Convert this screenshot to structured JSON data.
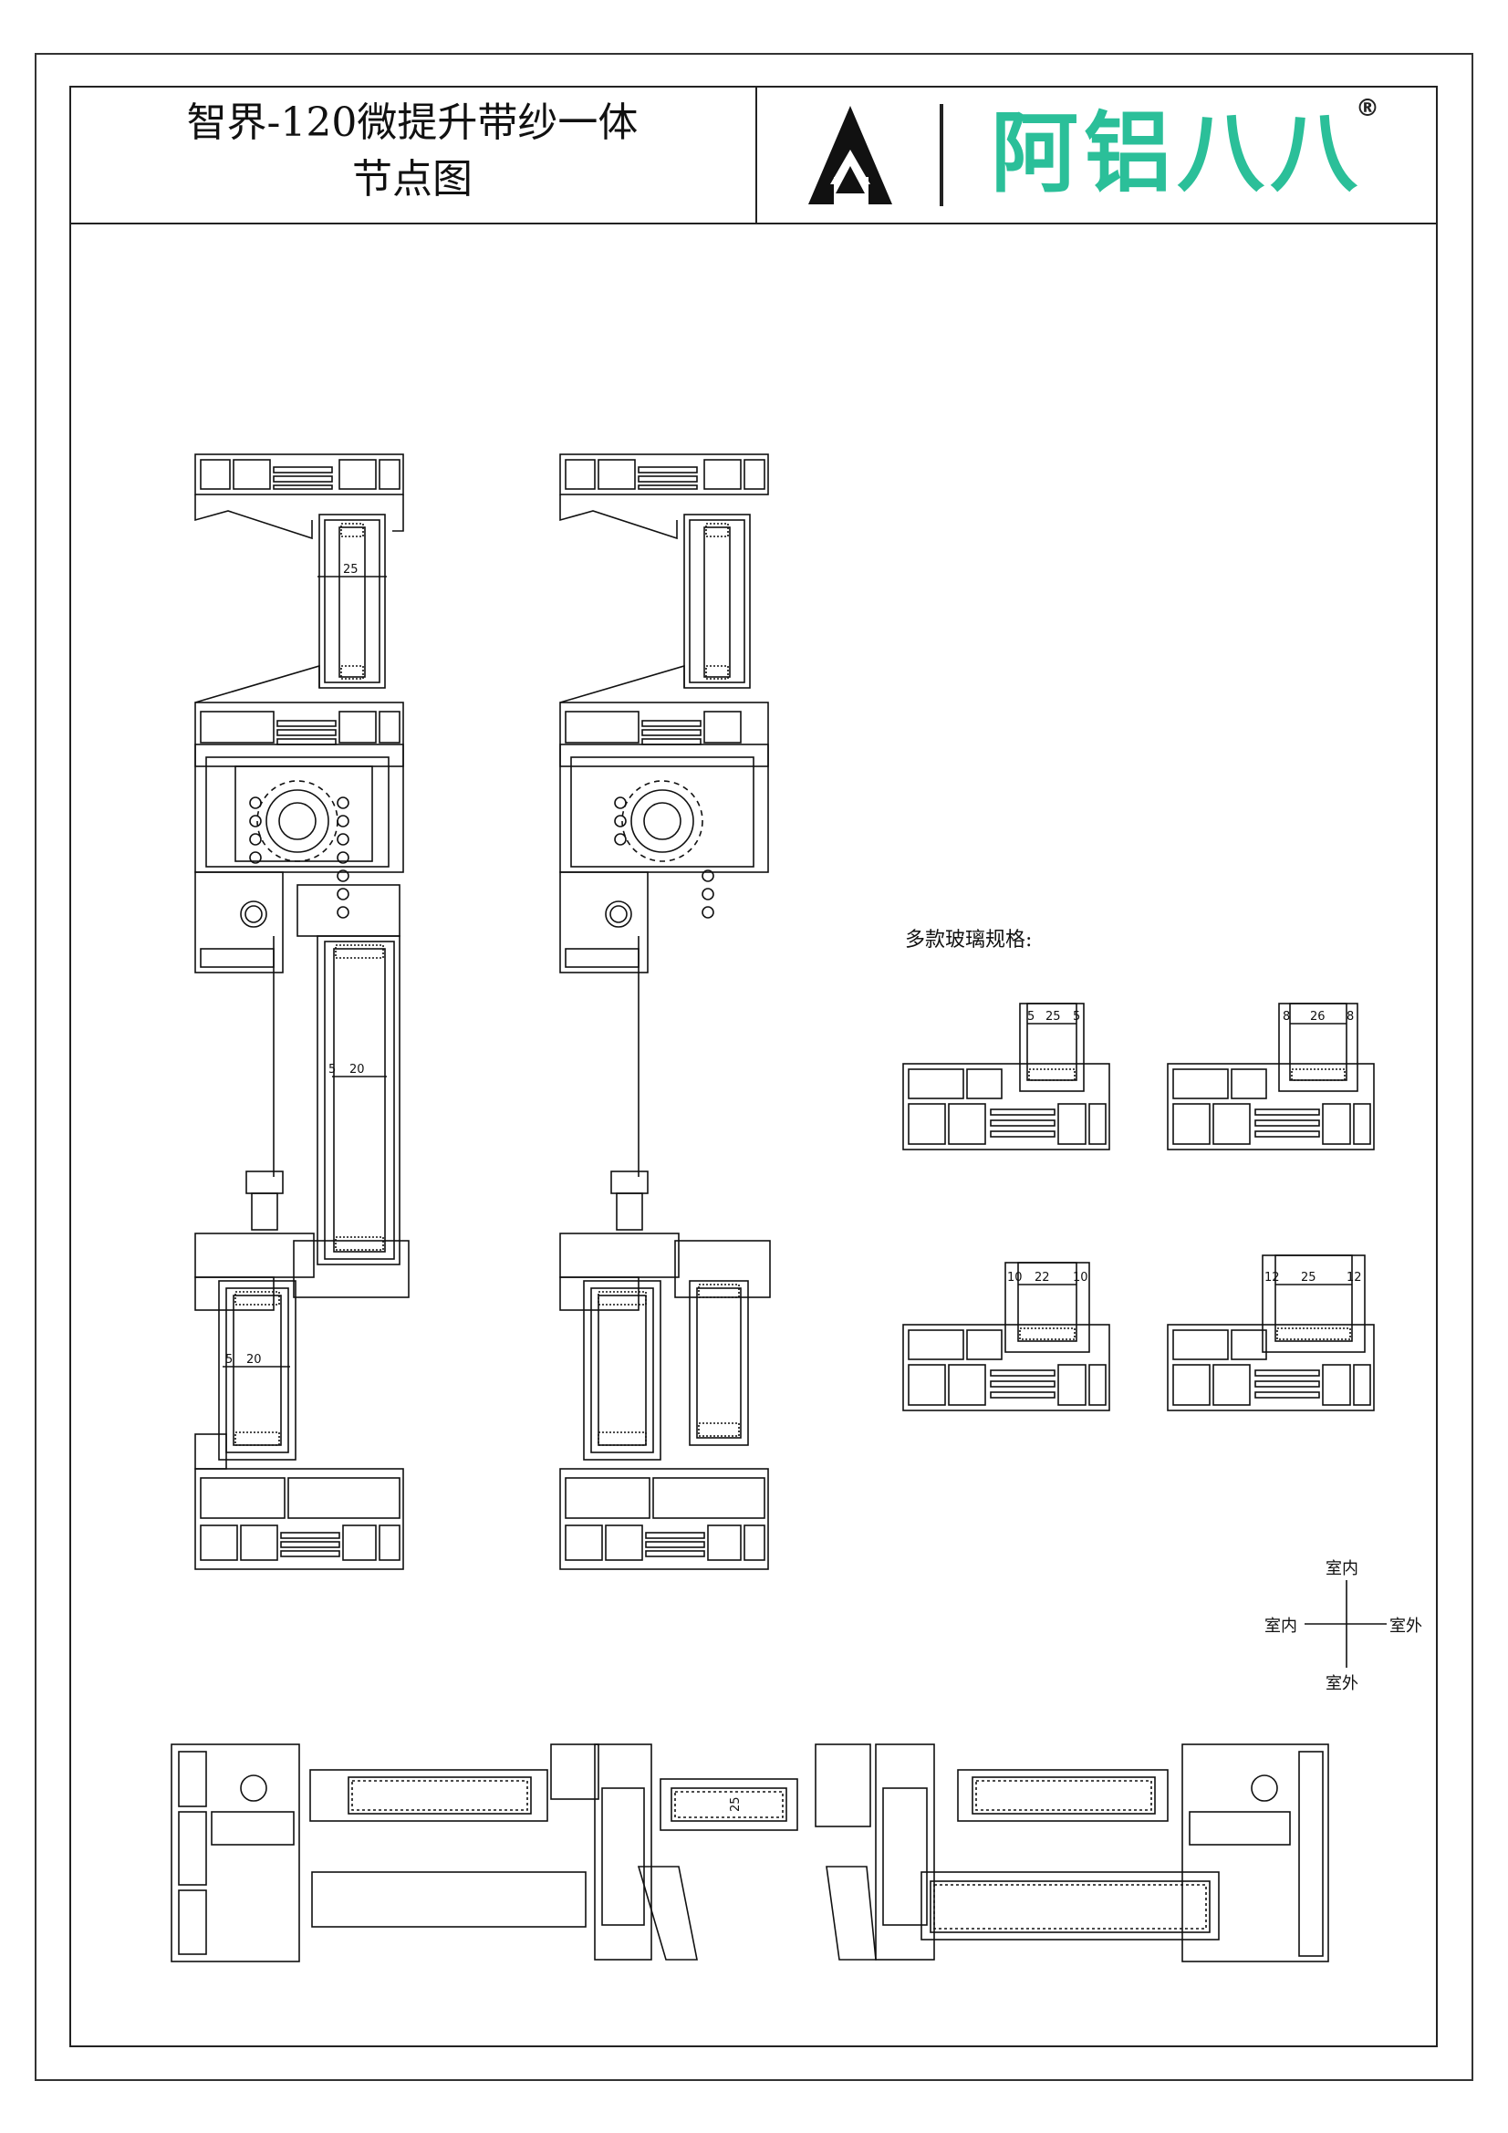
{
  "title": {
    "line1": "智界-120微提升带纱一体",
    "line2": "节点图"
  },
  "brand": {
    "name": "阿铝八八",
    "registered_mark": "®",
    "colors": {
      "brand_text": "#2bbf99",
      "logo_mark": "#111111"
    }
  },
  "glass_specs": {
    "heading": "多款玻璃规格:",
    "variants": [
      {
        "left": "5",
        "gap": "25",
        "right": "5"
      },
      {
        "left": "8",
        "gap": "26",
        "right": "8"
      },
      {
        "left": "10",
        "gap": "22",
        "right": "10"
      },
      {
        "left": "12",
        "gap": "25",
        "right": "12"
      }
    ]
  },
  "section_dims": {
    "top_glass_gap": "25",
    "upper_right_sash_gap": "20",
    "upper_right_sash_side": "5",
    "lower_left_sash_gap": "20",
    "lower_left_sash_side": "5",
    "horizontal_mid_gap": "25"
  },
  "orientation": {
    "top": "室内",
    "left": "室内",
    "right": "室外",
    "bottom": "室外"
  }
}
